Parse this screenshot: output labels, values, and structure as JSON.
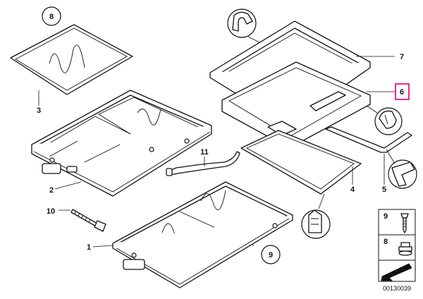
{
  "callouts": {
    "c1": "1",
    "c2": "2",
    "c3": "3",
    "c4": "4",
    "c5": "5",
    "c6": "6",
    "c7": "7",
    "c8": "8",
    "c9": "9",
    "c10": "10",
    "c11": "11"
  },
  "legend": {
    "row1": "9",
    "row2": "8"
  },
  "diagram_id": "00130039",
  "colors": {
    "highlight": "#e0187a",
    "line": "#111111"
  }
}
